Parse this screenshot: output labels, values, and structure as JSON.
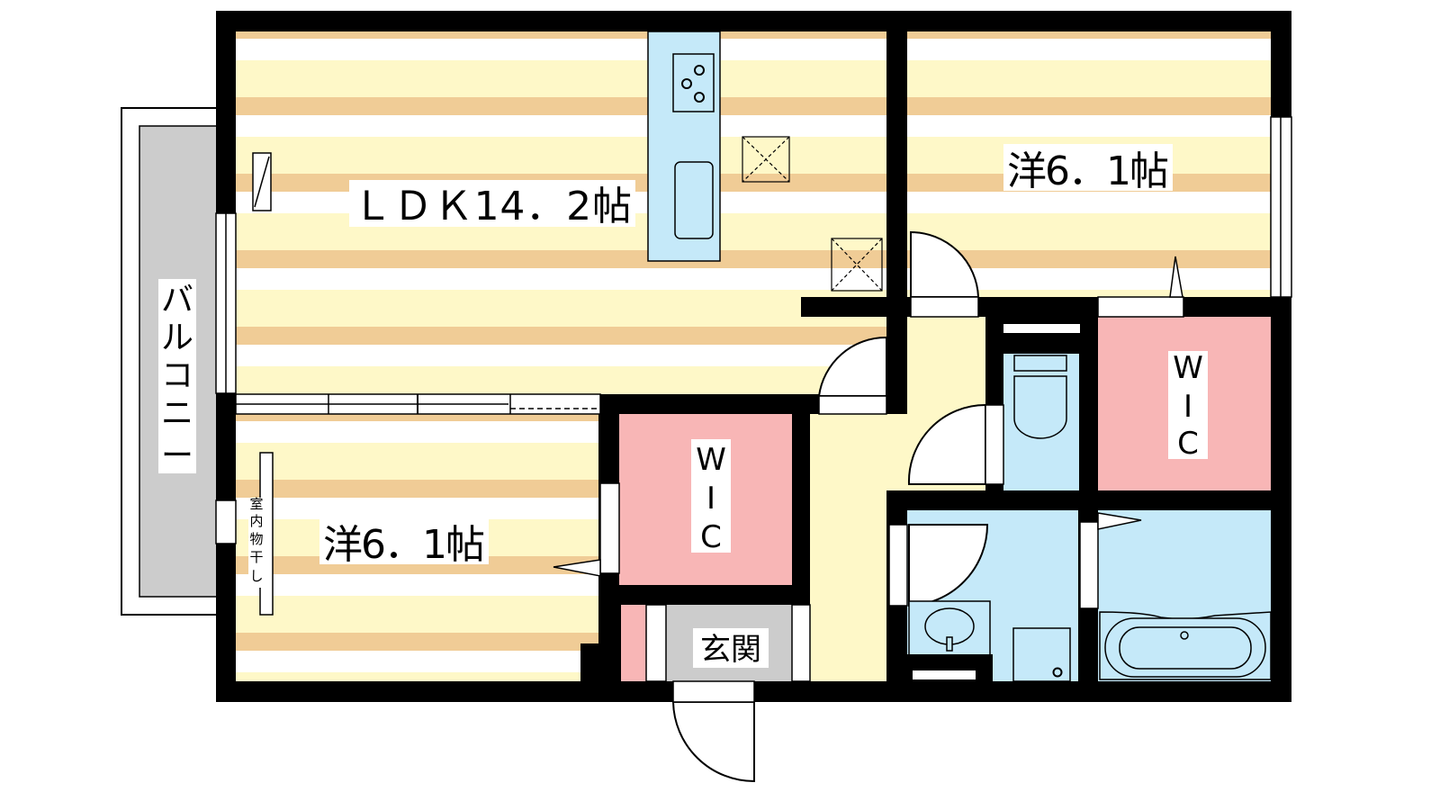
{
  "title": "Floor plan 2LDK",
  "colors": {
    "wall": "#000000",
    "floor_cream": "#fef8c8",
    "floor_tan": "#f0cc96",
    "wic_pink": "#f8b6b6",
    "wet_blue": "#c5e9f9",
    "entrance_gray": "#cccccc",
    "balcony_gray": "#cccccc"
  },
  "rooms": {
    "ldk": {
      "label": "ＬＤＫ14．2帖"
    },
    "western_room_east": {
      "label": "洋6．1帖"
    },
    "western_room_west": {
      "label": "洋6．1帖"
    },
    "wic_center": {
      "label_chars": [
        "W",
        "I",
        "C"
      ]
    },
    "wic_east": {
      "label_chars": [
        "W",
        "I",
        "C"
      ]
    },
    "entrance": {
      "label": "玄関"
    },
    "balcony": {
      "label_chars": [
        "バ",
        "ル",
        "コ",
        "ニ",
        "ー"
      ]
    },
    "indoor_drying": {
      "label_chars": [
        "室",
        "内",
        "物",
        "干",
        "し"
      ]
    }
  }
}
